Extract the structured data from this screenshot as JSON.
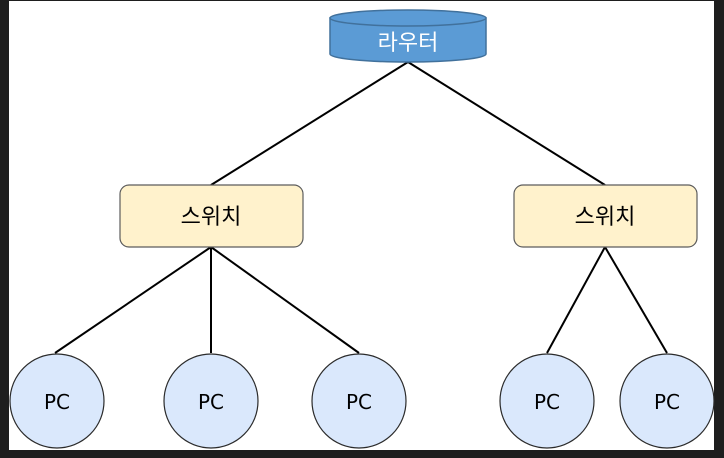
{
  "diagram": {
    "router": {
      "label": "라우터",
      "fill": "#5b9bd5",
      "stroke": "#41719c",
      "text_color": "#ffffff"
    },
    "switches": [
      {
        "label": "스위치"
      },
      {
        "label": "스위치"
      }
    ],
    "pcs": [
      {
        "label": "PC"
      },
      {
        "label": "PC"
      },
      {
        "label": "PC"
      },
      {
        "label": "PC"
      },
      {
        "label": "PC"
      }
    ],
    "colors": {
      "background": "#ffffff",
      "frame": "#1e1e1e",
      "switch_fill": "#fff2cc",
      "switch_stroke": "#5c5c5c",
      "pc_fill": "#dae8fc",
      "pc_stroke": "#2b2b2b",
      "edge": "#000000"
    }
  }
}
